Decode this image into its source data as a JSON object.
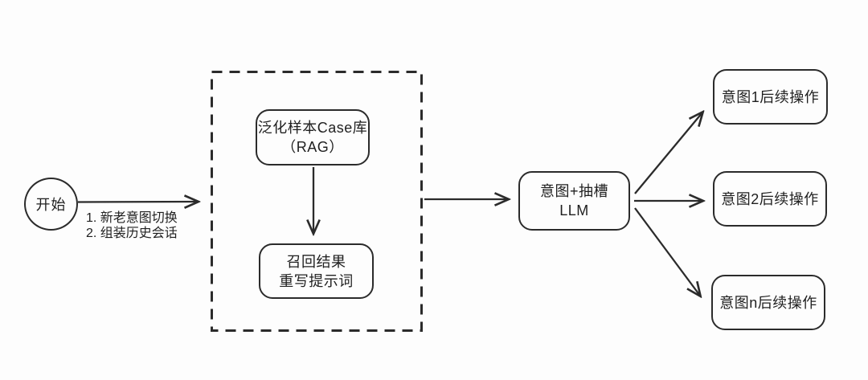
{
  "diagram": {
    "type": "flowchart",
    "colors": {
      "background": "#fdfdfd",
      "stroke": "#2b2b2b",
      "text": "#1f1f1f"
    },
    "nodes": {
      "start": {
        "label": "开始"
      },
      "case_library": {
        "line1": "泛化样本Case库",
        "line2": "（RAG）"
      },
      "recall": {
        "line1": "召回结果",
        "line2": "重写提示词"
      },
      "llm": {
        "line1": "意图+抽槽",
        "line2": "LLM"
      },
      "intent1": {
        "label": "意图1后续操作"
      },
      "intent2": {
        "label": "意图2后续操作"
      },
      "intentn": {
        "label": "意图n后续操作"
      }
    },
    "edge_labels": {
      "start_to_group": {
        "line1": "1. 新老意图切换",
        "line2": "2. 组装历史会话"
      }
    }
  }
}
